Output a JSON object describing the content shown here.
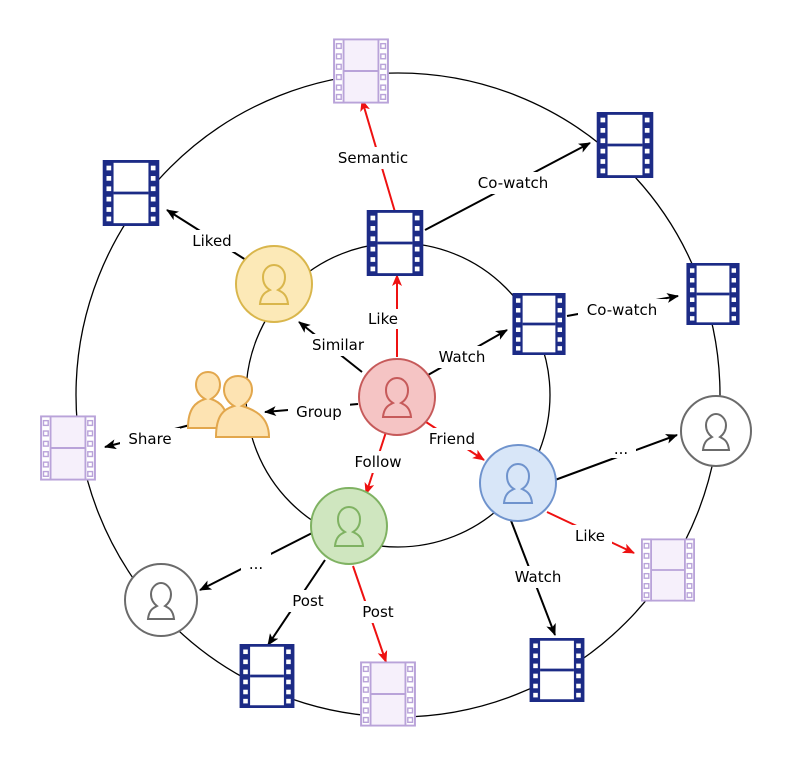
{
  "colors": {
    "red_edge": "#ee1111",
    "black_edge": "#000000",
    "film_blue": "#1c2b86",
    "film_lavender": "#b9a3d9",
    "film_lavender_fill": "#f6f0fb",
    "user_red": {
      "fill": "#f5c4c4",
      "stroke": "#c65a5a"
    },
    "user_yellow": {
      "fill": "#fce9b7",
      "stroke": "#d9b64c"
    },
    "user_green": {
      "fill": "#cfe6bf",
      "stroke": "#7fb262"
    },
    "user_blue": {
      "fill": "#d8e6f8",
      "stroke": "#6f93cd"
    },
    "user_gray": {
      "fill": "#ffffff",
      "stroke": "#6b6b6b"
    },
    "group_orange": {
      "fill": "#fde3b2",
      "stroke": "#e2a74d"
    }
  },
  "nodes": {
    "center_user": {
      "kind": "user",
      "icon": "user-icon",
      "color": "red"
    },
    "similar_user": {
      "kind": "user",
      "icon": "user-icon",
      "color": "yellow"
    },
    "followed_user": {
      "kind": "user",
      "icon": "user-icon",
      "color": "green"
    },
    "friend_user": {
      "kind": "user",
      "icon": "user-icon",
      "color": "blue"
    },
    "far_user_right": {
      "kind": "user",
      "icon": "user-icon",
      "color": "gray"
    },
    "far_user_left": {
      "kind": "user",
      "icon": "user-icon",
      "color": "gray"
    },
    "group": {
      "kind": "group",
      "icon": "group-icon",
      "color": "orange"
    }
  },
  "edge_labels": {
    "like": "Like",
    "semantic": "Semantic",
    "cowatch_top": "Co-watch",
    "liked": "Liked",
    "similar": "Similar",
    "watch_center": "Watch",
    "cowatch_right": "Co-watch",
    "group": "Group",
    "share": "Share",
    "friend": "Friend",
    "follow": "Follow",
    "ellipsis_right": "...",
    "like_friend": "Like",
    "ellipsis_left": "...",
    "watch_friend": "Watch",
    "post_black": "Post",
    "post_red": "Post"
  }
}
